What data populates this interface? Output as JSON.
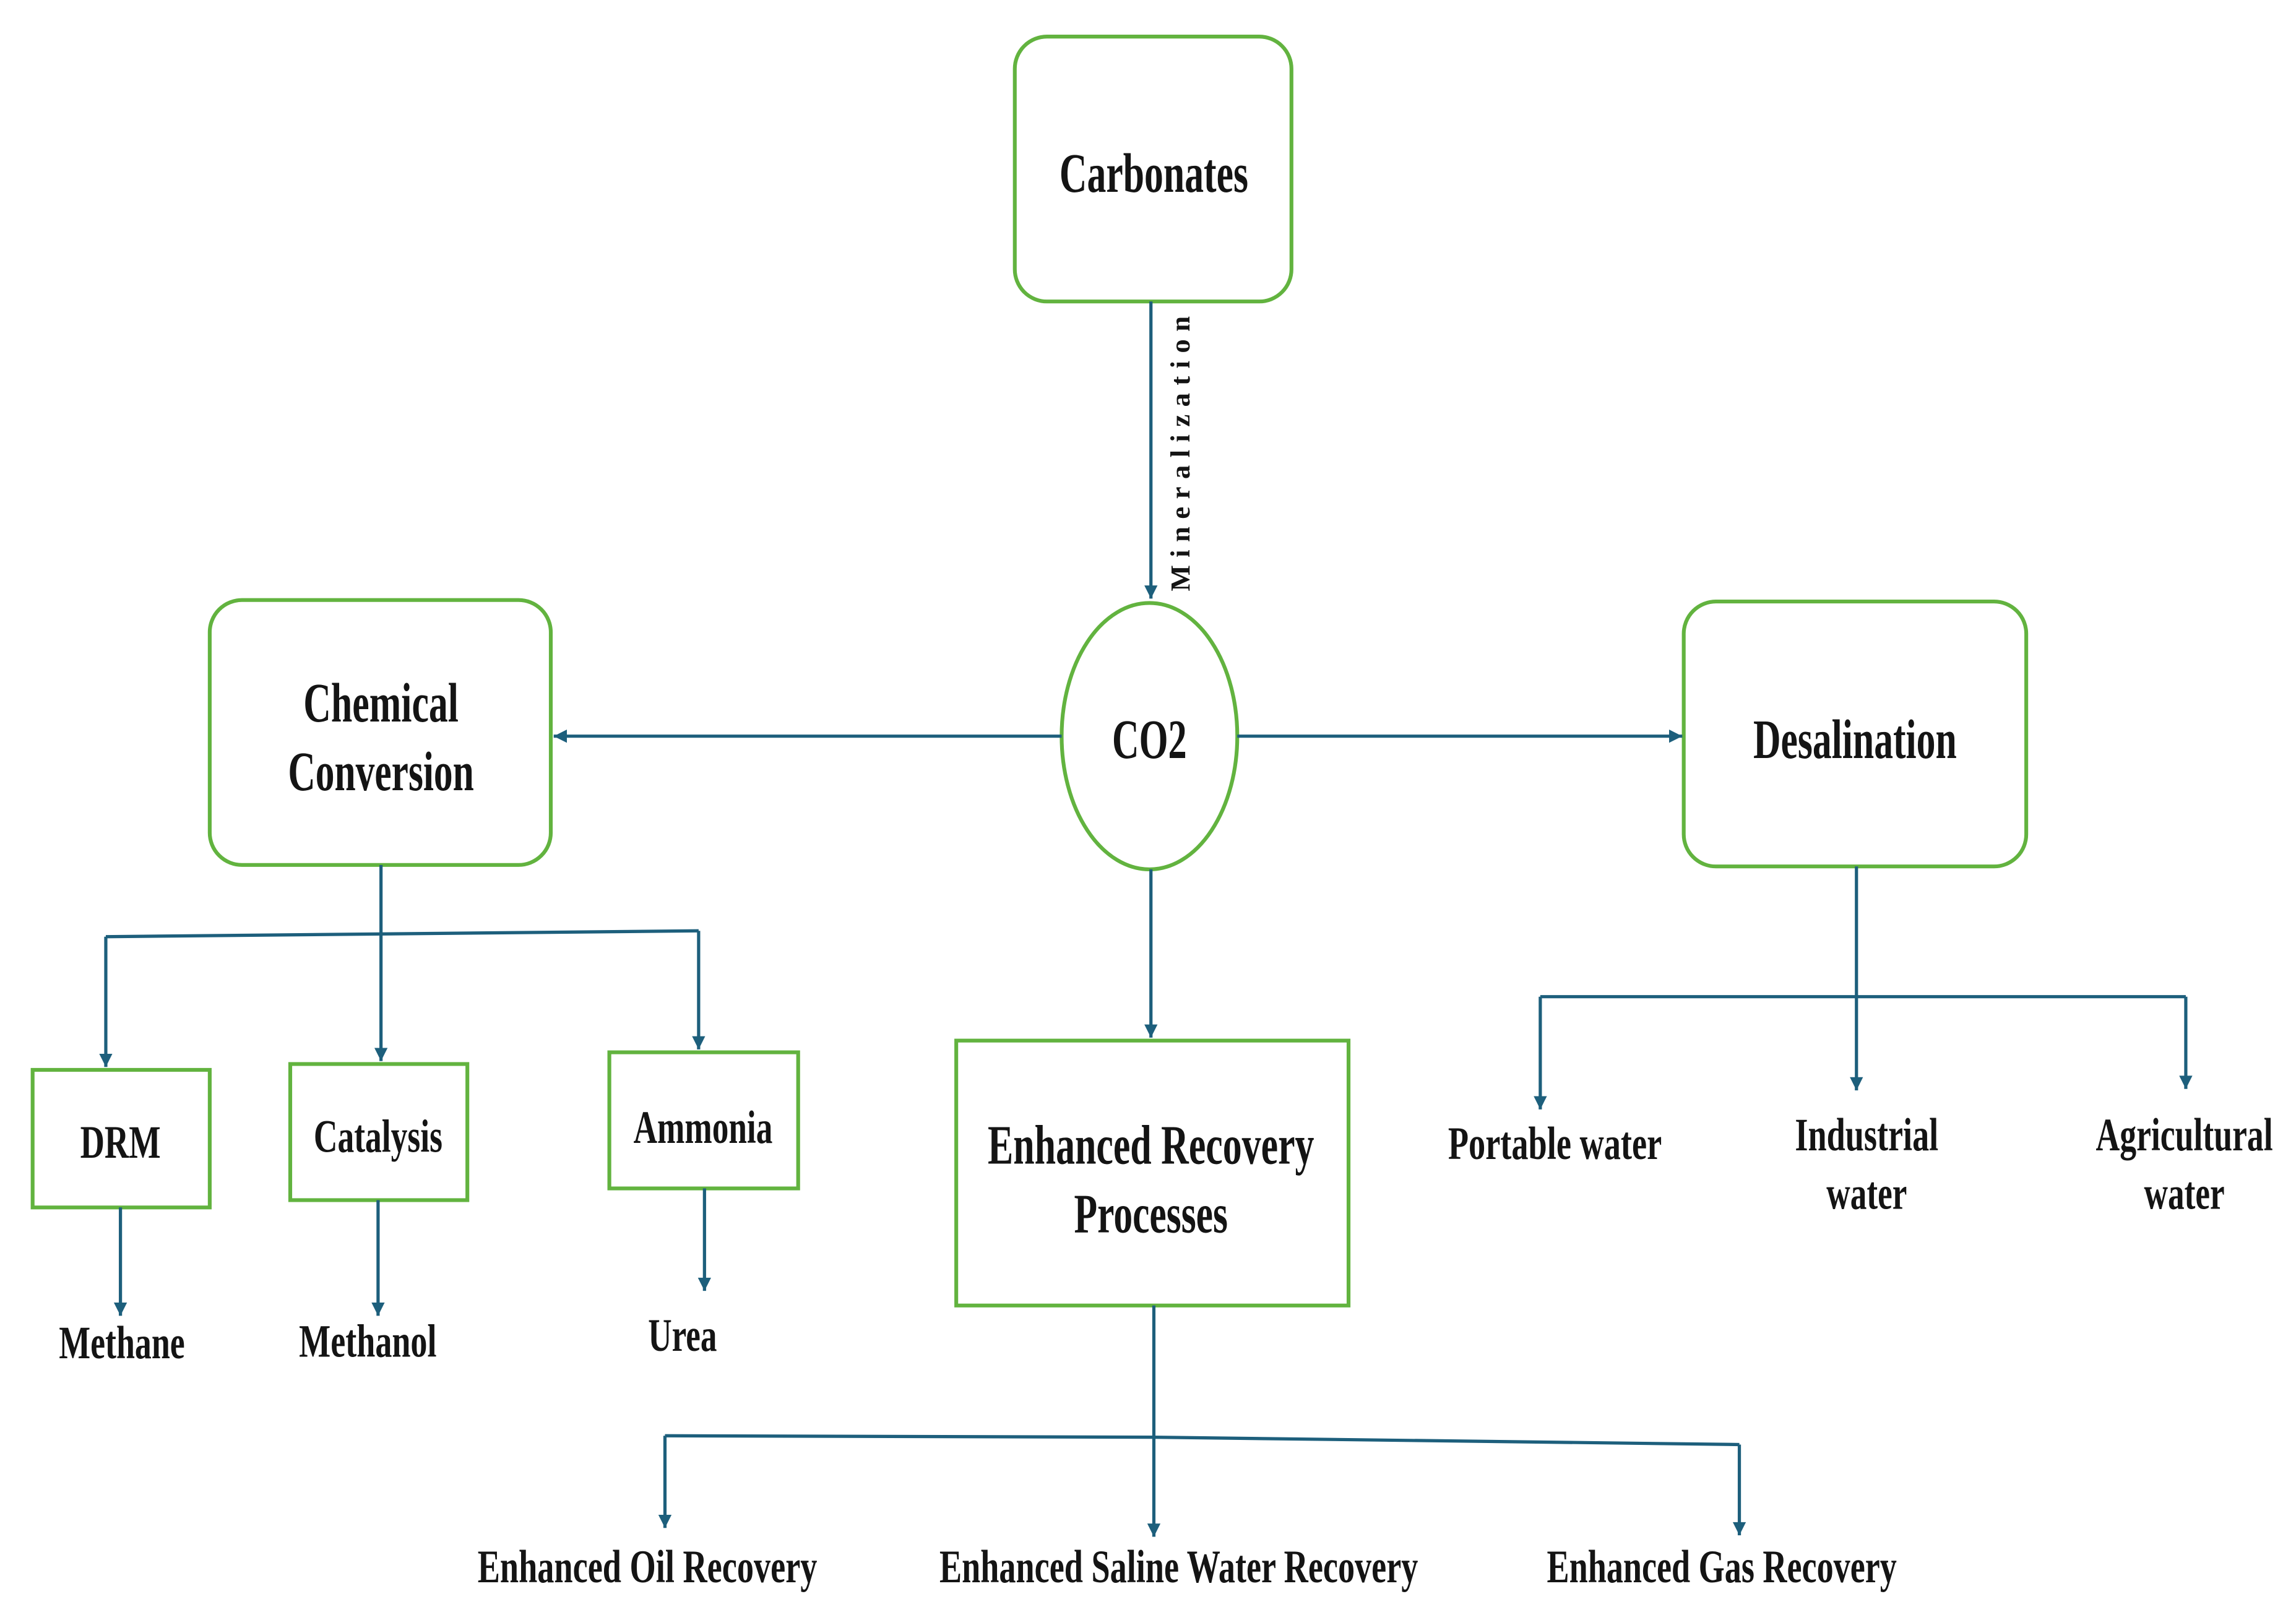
{
  "colors": {
    "background": "#ffffff",
    "node_border": "#62b33f",
    "connector": "#1d5f7c",
    "text": "#141414"
  },
  "source": {
    "label": "Carbonates",
    "edge_label": "Mineralization"
  },
  "hub": {
    "label": "CO2"
  },
  "chemical_conversion": {
    "label_lines": [
      "Chemical",
      "Conversion"
    ],
    "children": [
      {
        "label": "DRM",
        "product": "Methane"
      },
      {
        "label": "Catalysis",
        "product": "Methanol"
      },
      {
        "label": "Ammonia",
        "product": "Urea"
      }
    ]
  },
  "enhanced_recovery": {
    "label_lines": [
      "Enhanced Recovery",
      "Processes"
    ],
    "outputs": [
      "Enhanced Oil Recovery",
      "Enhanced Saline Water Recovery",
      "Enhanced Gas Recovery"
    ]
  },
  "desalination": {
    "label": "Desalination",
    "outputs": [
      {
        "lines": [
          "Portable water"
        ]
      },
      {
        "lines": [
          "Industrial",
          "water"
        ]
      },
      {
        "lines": [
          "Agricultural",
          "water"
        ]
      }
    ]
  }
}
